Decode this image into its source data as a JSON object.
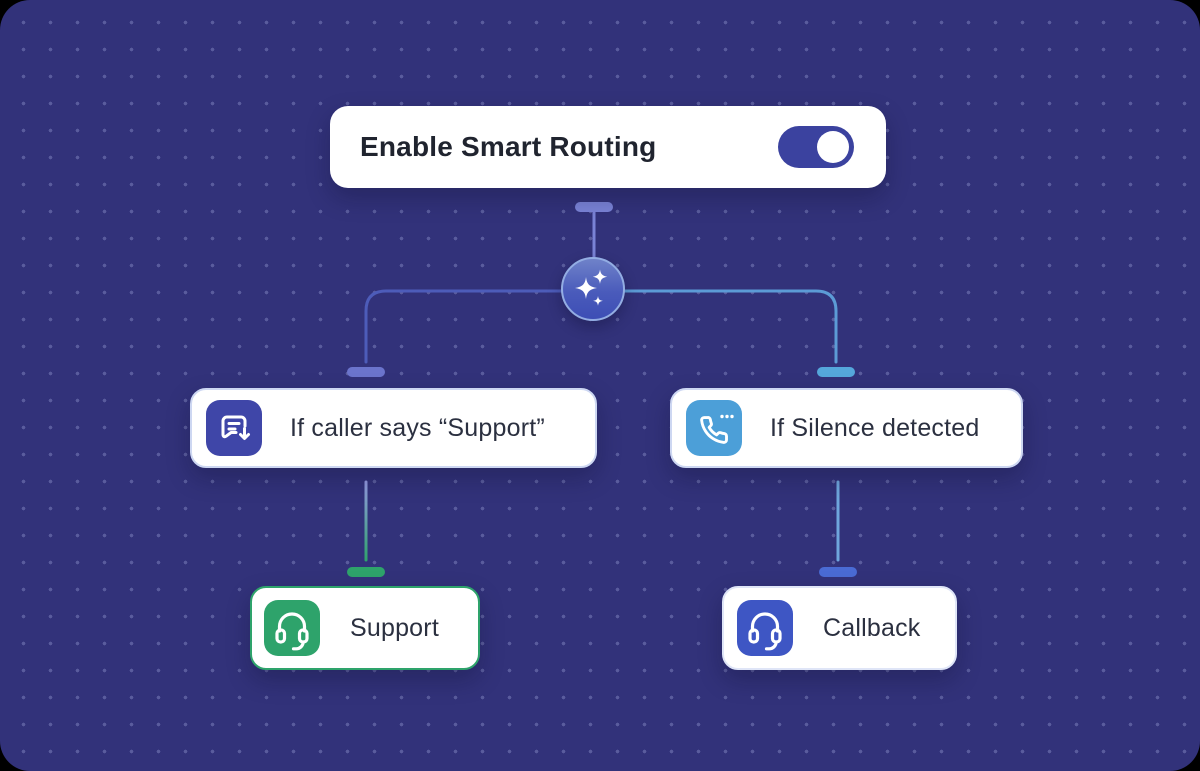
{
  "colors": {
    "background": "#32327A",
    "card": "#FFFFFF",
    "toggle_on": "#3B429F",
    "branch_icon_indigo": "#3F46A8",
    "branch_icon_sky": "#4C9FD8",
    "outcome_icon_green": "#2EA36B",
    "outcome_icon_blue": "#3E56C4",
    "connector_periwinkle": "#7A83D6",
    "connector_indigo": "#4D5CB9",
    "connector_sky": "#5C9BD6",
    "port_green": "#2EA36B",
    "port_blue": "#4A6BD4"
  },
  "root_node": {
    "label": "Enable Smart Routing",
    "toggle_state": "on"
  },
  "ai_node": {
    "icon": "sparkles-icon"
  },
  "branch_nodes": [
    {
      "label": "If caller says “Support”",
      "icon": "chat-transcript-down-icon",
      "icon_bg": "#3F46A8"
    },
    {
      "label": "If Silence detected",
      "icon": "phone-silence-icon",
      "icon_bg": "#4C9FD8"
    }
  ],
  "outcome_nodes": [
    {
      "label": "Support",
      "icon": "headset-icon",
      "icon_bg": "#2EA36B",
      "border": "#2EA36B"
    },
    {
      "label": "Callback",
      "icon": "headset-icon",
      "icon_bg": "#3E56C4",
      "border": "#DFE5F7"
    }
  ]
}
